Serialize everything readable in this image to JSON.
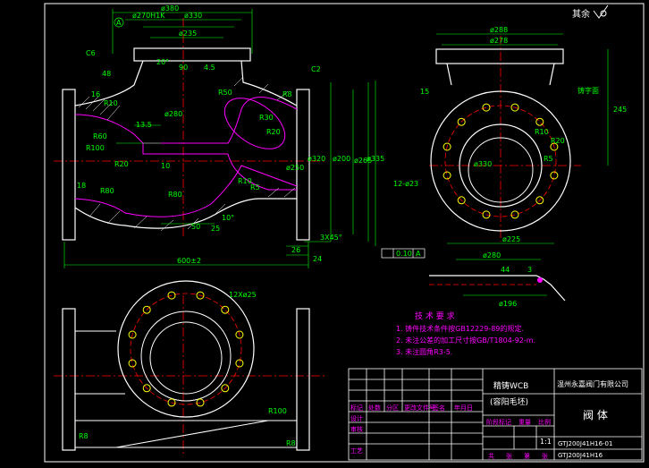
{
  "colors": {
    "background": "#000000",
    "outline": "#ffffff",
    "dimension": "#00ff00",
    "annotation": "#ff00ff",
    "centerline": "#ff0000",
    "hole": "#ffff00"
  },
  "roughness_note": "其余",
  "front_view": {
    "top_dims": [
      "ø380",
      "ø330",
      "ø270H1K",
      "ø235"
    ],
    "datum": "A",
    "labels": [
      "C6",
      "20°",
      "90",
      "4.5",
      "48",
      "16",
      "R10",
      "R50",
      "R8",
      "C2",
      "R30",
      "R20",
      "R60",
      "ø280",
      "13.5",
      "R100",
      "R20",
      "10",
      "R80",
      "18",
      "R80",
      "R10",
      "ø250",
      "R5",
      "ø200",
      "ø320",
      "ø265",
      "ø335",
      "50",
      "25",
      "10°",
      "3X45°",
      "26",
      "24",
      "600±2"
    ]
  },
  "side_view": {
    "dims": [
      "ø288",
      "ø278",
      "245",
      "15",
      "R10",
      "R20",
      "R5",
      "12-ø23",
      "ø330",
      "铸字面"
    ]
  },
  "detail_view": {
    "tolerance": [
      "0.10",
      "A"
    ],
    "dims": [
      "ø225",
      "ø280",
      "ø196",
      "44",
      "3"
    ]
  },
  "bottom_view": {
    "dims": [
      "12Xø25",
      "R100",
      "R8",
      "R8"
    ]
  },
  "tech_requirements": {
    "title": "技 术 要 求",
    "items": [
      "1. 铸件技术条件按GB12229-89的规定.",
      "2. 未注公差的加工尺寸按GB/T1804-92-m.",
      "3. 未注圆角R3-5."
    ]
  },
  "title_block": {
    "material": "精铸WCB",
    "material_note": "(容阳毛坯)",
    "company": "温州永嘉阀门有限公司",
    "part_name": "阀  体",
    "scale": "1:1",
    "drawing_no": "GTJ200J41H16-01",
    "drawing_no2": "GTJ200J41H16",
    "header_cells": [
      "标记",
      "处数",
      "分区",
      "更改文件号",
      "签名",
      "年月日"
    ],
    "row_labels": [
      "设计",
      "审核",
      "工艺"
    ],
    "sub_header": [
      "阶段标记",
      "重量",
      "比例"
    ],
    "footer": [
      "共",
      "张",
      "第",
      "张"
    ]
  }
}
